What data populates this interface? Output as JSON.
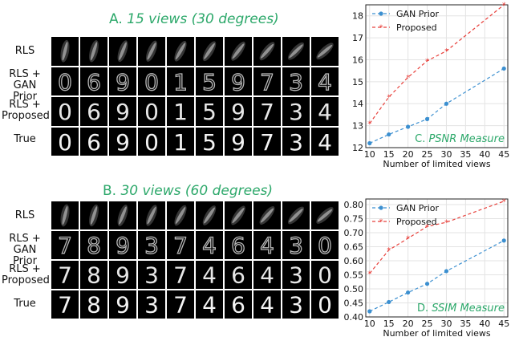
{
  "panelA": {
    "title_letter": "A.",
    "title_rest": "15 views (30 degrees)",
    "rows": [
      "RLS",
      "RLS +\nGAN Prior",
      "RLS +\nProposed",
      "True"
    ],
    "digits": [
      "0",
      "6",
      "9",
      "0",
      "1",
      "5",
      "9",
      "7",
      "3",
      "4"
    ]
  },
  "panelB": {
    "title_letter": "B.",
    "title_rest": "30 views (60 degrees)",
    "rows": [
      "RLS",
      "RLS +\nGAN Prior",
      "RLS +\nProposed",
      "True"
    ],
    "digits": [
      "7",
      "8",
      "9",
      "3",
      "7",
      "4",
      "6",
      "4",
      "3",
      "0"
    ]
  },
  "colors": {
    "gan": "#3b8fd0",
    "proposed": "#e8413c",
    "accent_green": "#2ca86a"
  },
  "chart_data": [
    {
      "type": "line",
      "x": [
        10,
        15,
        20,
        25,
        30,
        45
      ],
      "xlabel": "Number of limited views",
      "ylabel": "",
      "ylim": [
        12,
        18.5
      ],
      "yticks": [
        12,
        13,
        14,
        15,
        16,
        17,
        18
      ],
      "xticks": [
        10,
        15,
        20,
        25,
        30,
        35,
        40,
        45
      ],
      "legend": "top-left",
      "annotation_letter": "C.",
      "annotation_text": "PSNR Measure",
      "series": [
        {
          "name": "GAN Prior",
          "values": [
            12.2,
            12.6,
            12.95,
            13.3,
            14.0,
            15.6
          ]
        },
        {
          "name": "Proposed",
          "values": [
            13.1,
            14.3,
            15.2,
            15.95,
            16.4,
            18.5
          ]
        }
      ]
    },
    {
      "type": "line",
      "x": [
        10,
        15,
        20,
        25,
        30,
        45
      ],
      "xlabel": "Number of limited views",
      "ylabel": "",
      "ylim": [
        0.4,
        0.82
      ],
      "yticks": [
        0.4,
        0.45,
        0.5,
        0.55,
        0.6,
        0.65,
        0.7,
        0.75,
        0.8
      ],
      "xticks": [
        10,
        15,
        20,
        25,
        30,
        35,
        40,
        45
      ],
      "legend": "top-left",
      "annotation_letter": "D.",
      "annotation_text": "SSIM Measure",
      "series": [
        {
          "name": "GAN Prior",
          "values": [
            0.42,
            0.453,
            0.487,
            0.518,
            0.563,
            0.672
          ]
        },
        {
          "name": "Proposed",
          "values": [
            0.555,
            0.638,
            0.68,
            0.722,
            0.737,
            0.812
          ]
        }
      ]
    }
  ]
}
